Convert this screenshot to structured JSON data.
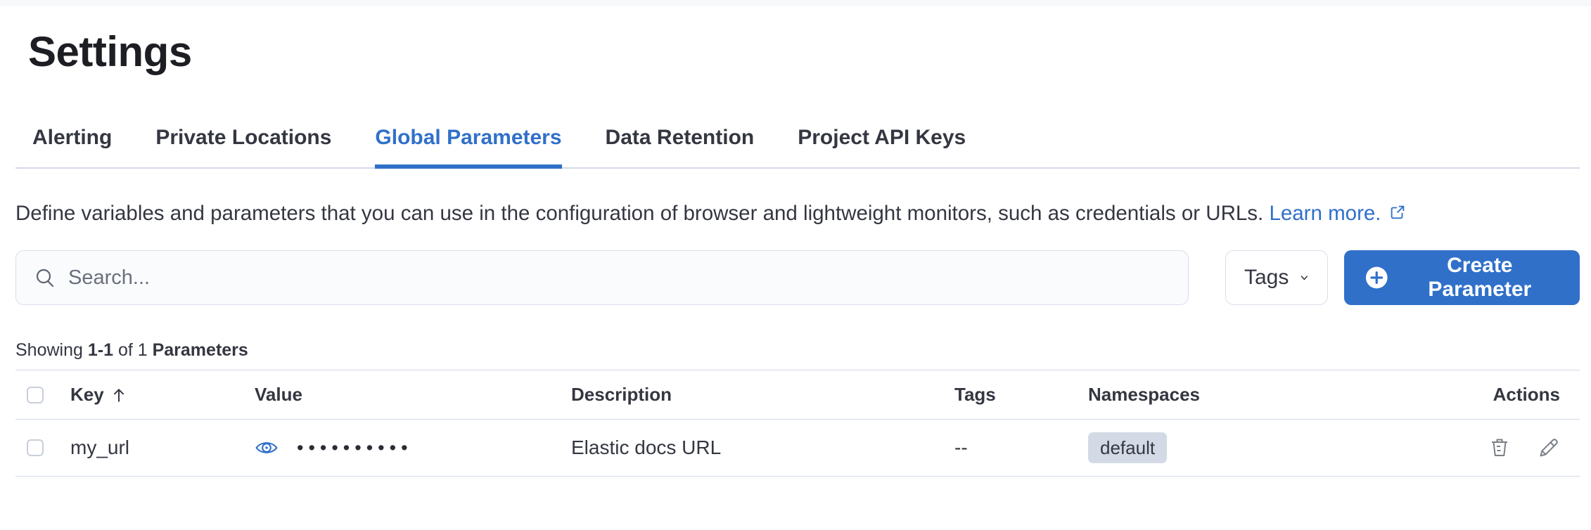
{
  "colors": {
    "accent": "#3070C9",
    "text": "#343741",
    "title": "#1D1E23",
    "border": "#D3DAE6",
    "badge_bg": "#D3DAE6",
    "icon_gray": "#69707D"
  },
  "page": {
    "title": "Settings"
  },
  "tabs": [
    {
      "label": "Alerting",
      "active": false
    },
    {
      "label": "Private Locations",
      "active": false
    },
    {
      "label": "Global Parameters",
      "active": true
    },
    {
      "label": "Data Retention",
      "active": false
    },
    {
      "label": "Project API Keys",
      "active": false
    }
  ],
  "description": {
    "text": "Define variables and parameters that you can use in the configuration of browser and lightweight monitors, such as credentials or URLs.",
    "link_label": "Learn more.",
    "link_icon": "external-link-icon"
  },
  "toolbar": {
    "search_placeholder": "Search...",
    "search_icon": "search-icon",
    "tags_filter_label": "Tags",
    "tags_filter_icon": "chevron-down-icon",
    "create_button_label": "Create Parameter",
    "create_button_icon": "plus-in-circle-icon"
  },
  "results_summary": {
    "prefix": "Showing ",
    "range": "1-1",
    "middle": " of 1 ",
    "entity": "Parameters"
  },
  "table": {
    "columns": [
      "Key",
      "Value",
      "Description",
      "Tags",
      "Namespaces",
      "Actions"
    ],
    "sort": {
      "column": "Key",
      "direction": "ascending",
      "icon": "sort-ascending-arrow-icon"
    },
    "row_icons": {
      "value_reveal": "eye-icon",
      "delete": "trash-icon",
      "edit": "pencil-icon"
    },
    "rows": [
      {
        "key": "my_url",
        "value_masked": "••••••••••",
        "description": "Elastic docs URL",
        "tags": "--",
        "namespaces": [
          "default"
        ]
      }
    ]
  }
}
